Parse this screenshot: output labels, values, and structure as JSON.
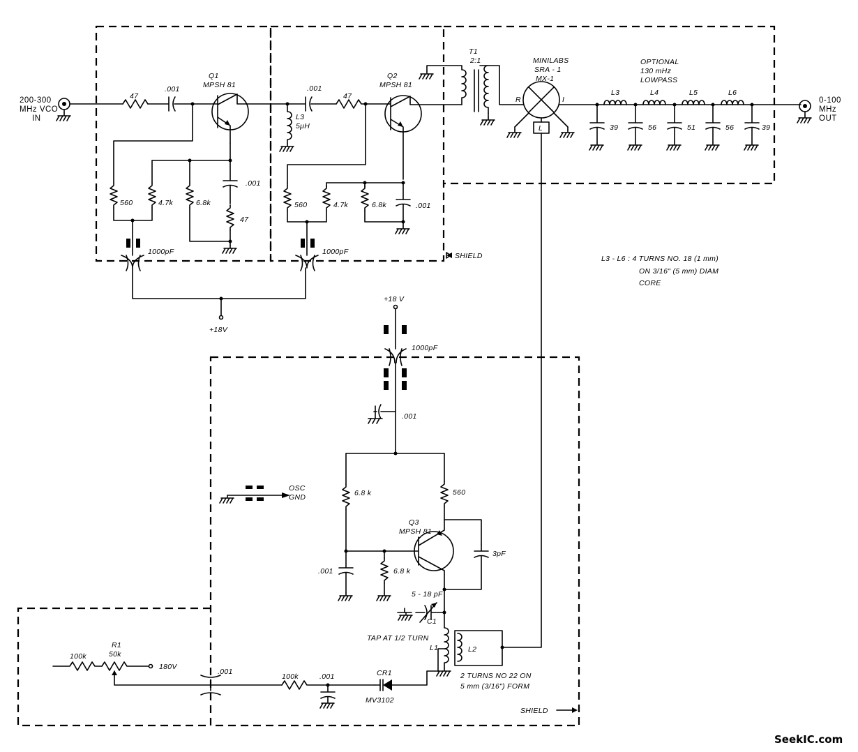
{
  "input": {
    "label_l1": "200-300",
    "label_l2": "MHz VCO",
    "label_l3": "IN"
  },
  "output": {
    "label_l1": "0-100",
    "label_l2": "MHz",
    "label_l3": "OUT"
  },
  "stage1": {
    "q_name": "Q1",
    "q_type": "MPSH 81",
    "r_in": "47",
    "c_in": ".001",
    "r_base": "560",
    "r_div": "4.7k",
    "r_emit": "6.8k",
    "c_emit": ".001",
    "r_emit2": "47",
    "c_feed": "1000pF"
  },
  "stage2": {
    "q_name": "Q2",
    "q_type": "MPSH 81",
    "c_in": ".001",
    "r_in": "47",
    "l_name": "L3",
    "l_value": "5μH",
    "r_base": "560",
    "r_div": "4.7k",
    "r_emit": "6.8k",
    "c_emit": ".001",
    "c_feed": "1000pF",
    "shield_label": "SHIELD"
  },
  "transformer": {
    "name": "T1",
    "ratio": "2:1"
  },
  "mixer": {
    "l1": "MINILABS",
    "l2": "SRA - 1",
    "l3": "MX-1",
    "port_r": "R",
    "port_i": "I",
    "port_l": "L"
  },
  "filter": {
    "title_l1": "OPTIONAL",
    "title_l2": "130 mHz",
    "title_l3": "LOWPASS",
    "inductors": [
      "L3",
      "L4",
      "L5",
      "L6"
    ],
    "caps": [
      "39",
      "56",
      "51",
      "56",
      "39"
    ]
  },
  "coil_note": {
    "l1": "L3 - L6 :  4 TURNS  NO. 18 (1 mm)",
    "l2": "ON  3/16\" (5 mm)  DIAM",
    "l3": "CORE"
  },
  "supply": {
    "top": "+18V",
    "osc": "+18 V"
  },
  "oscillator": {
    "c_feed": "1000pF",
    "c_bypass": ".001",
    "osc_gnd_l1": "OSC",
    "osc_gnd_l2": "GND",
    "q_name": "Q3",
    "q_type": "MPSH 81",
    "r_top_left": "6.8 k",
    "r_top_right": "560",
    "c_base": ".001",
    "r_base": "6.8 k",
    "c_fb": "3pF",
    "c1_value": "5 - 18 pF",
    "c1_name": "C1",
    "tap_note": "TAP  AT  1/2  TURN",
    "l1_name": "L1",
    "l2_name": "L2",
    "l2_note_l1": "2  TURNS  NO  22  ON",
    "l2_note_l2": "5 mm  (3/16\")  FORM",
    "shield_label": "SHIELD"
  },
  "tuning": {
    "r_left": "100k",
    "pot_name": "R1",
    "pot_value": "50k",
    "voltage": "180V",
    "c_feed": ".001",
    "r_series": "100k",
    "c_series": ".001",
    "diode_name": "CR1",
    "diode_type": "MV3102"
  },
  "watermark": "SeekIC.com"
}
